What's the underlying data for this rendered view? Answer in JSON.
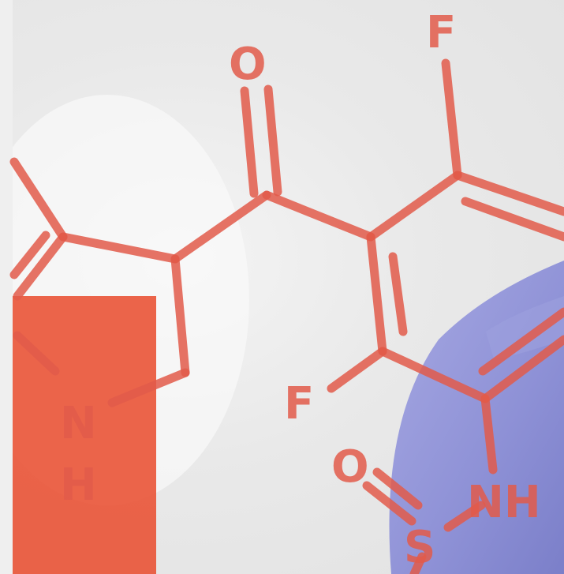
{
  "colors": {
    "structure": "#e25a4a",
    "panel": "#e9573b",
    "shirt": "#8e91d6",
    "background": "#e8e8e8"
  },
  "atoms": {
    "o_top": "O",
    "f_top": "F",
    "f_left": "F",
    "n": "N",
    "h": "H",
    "o_bottom": "O",
    "nh": "NH",
    "s": "S"
  }
}
